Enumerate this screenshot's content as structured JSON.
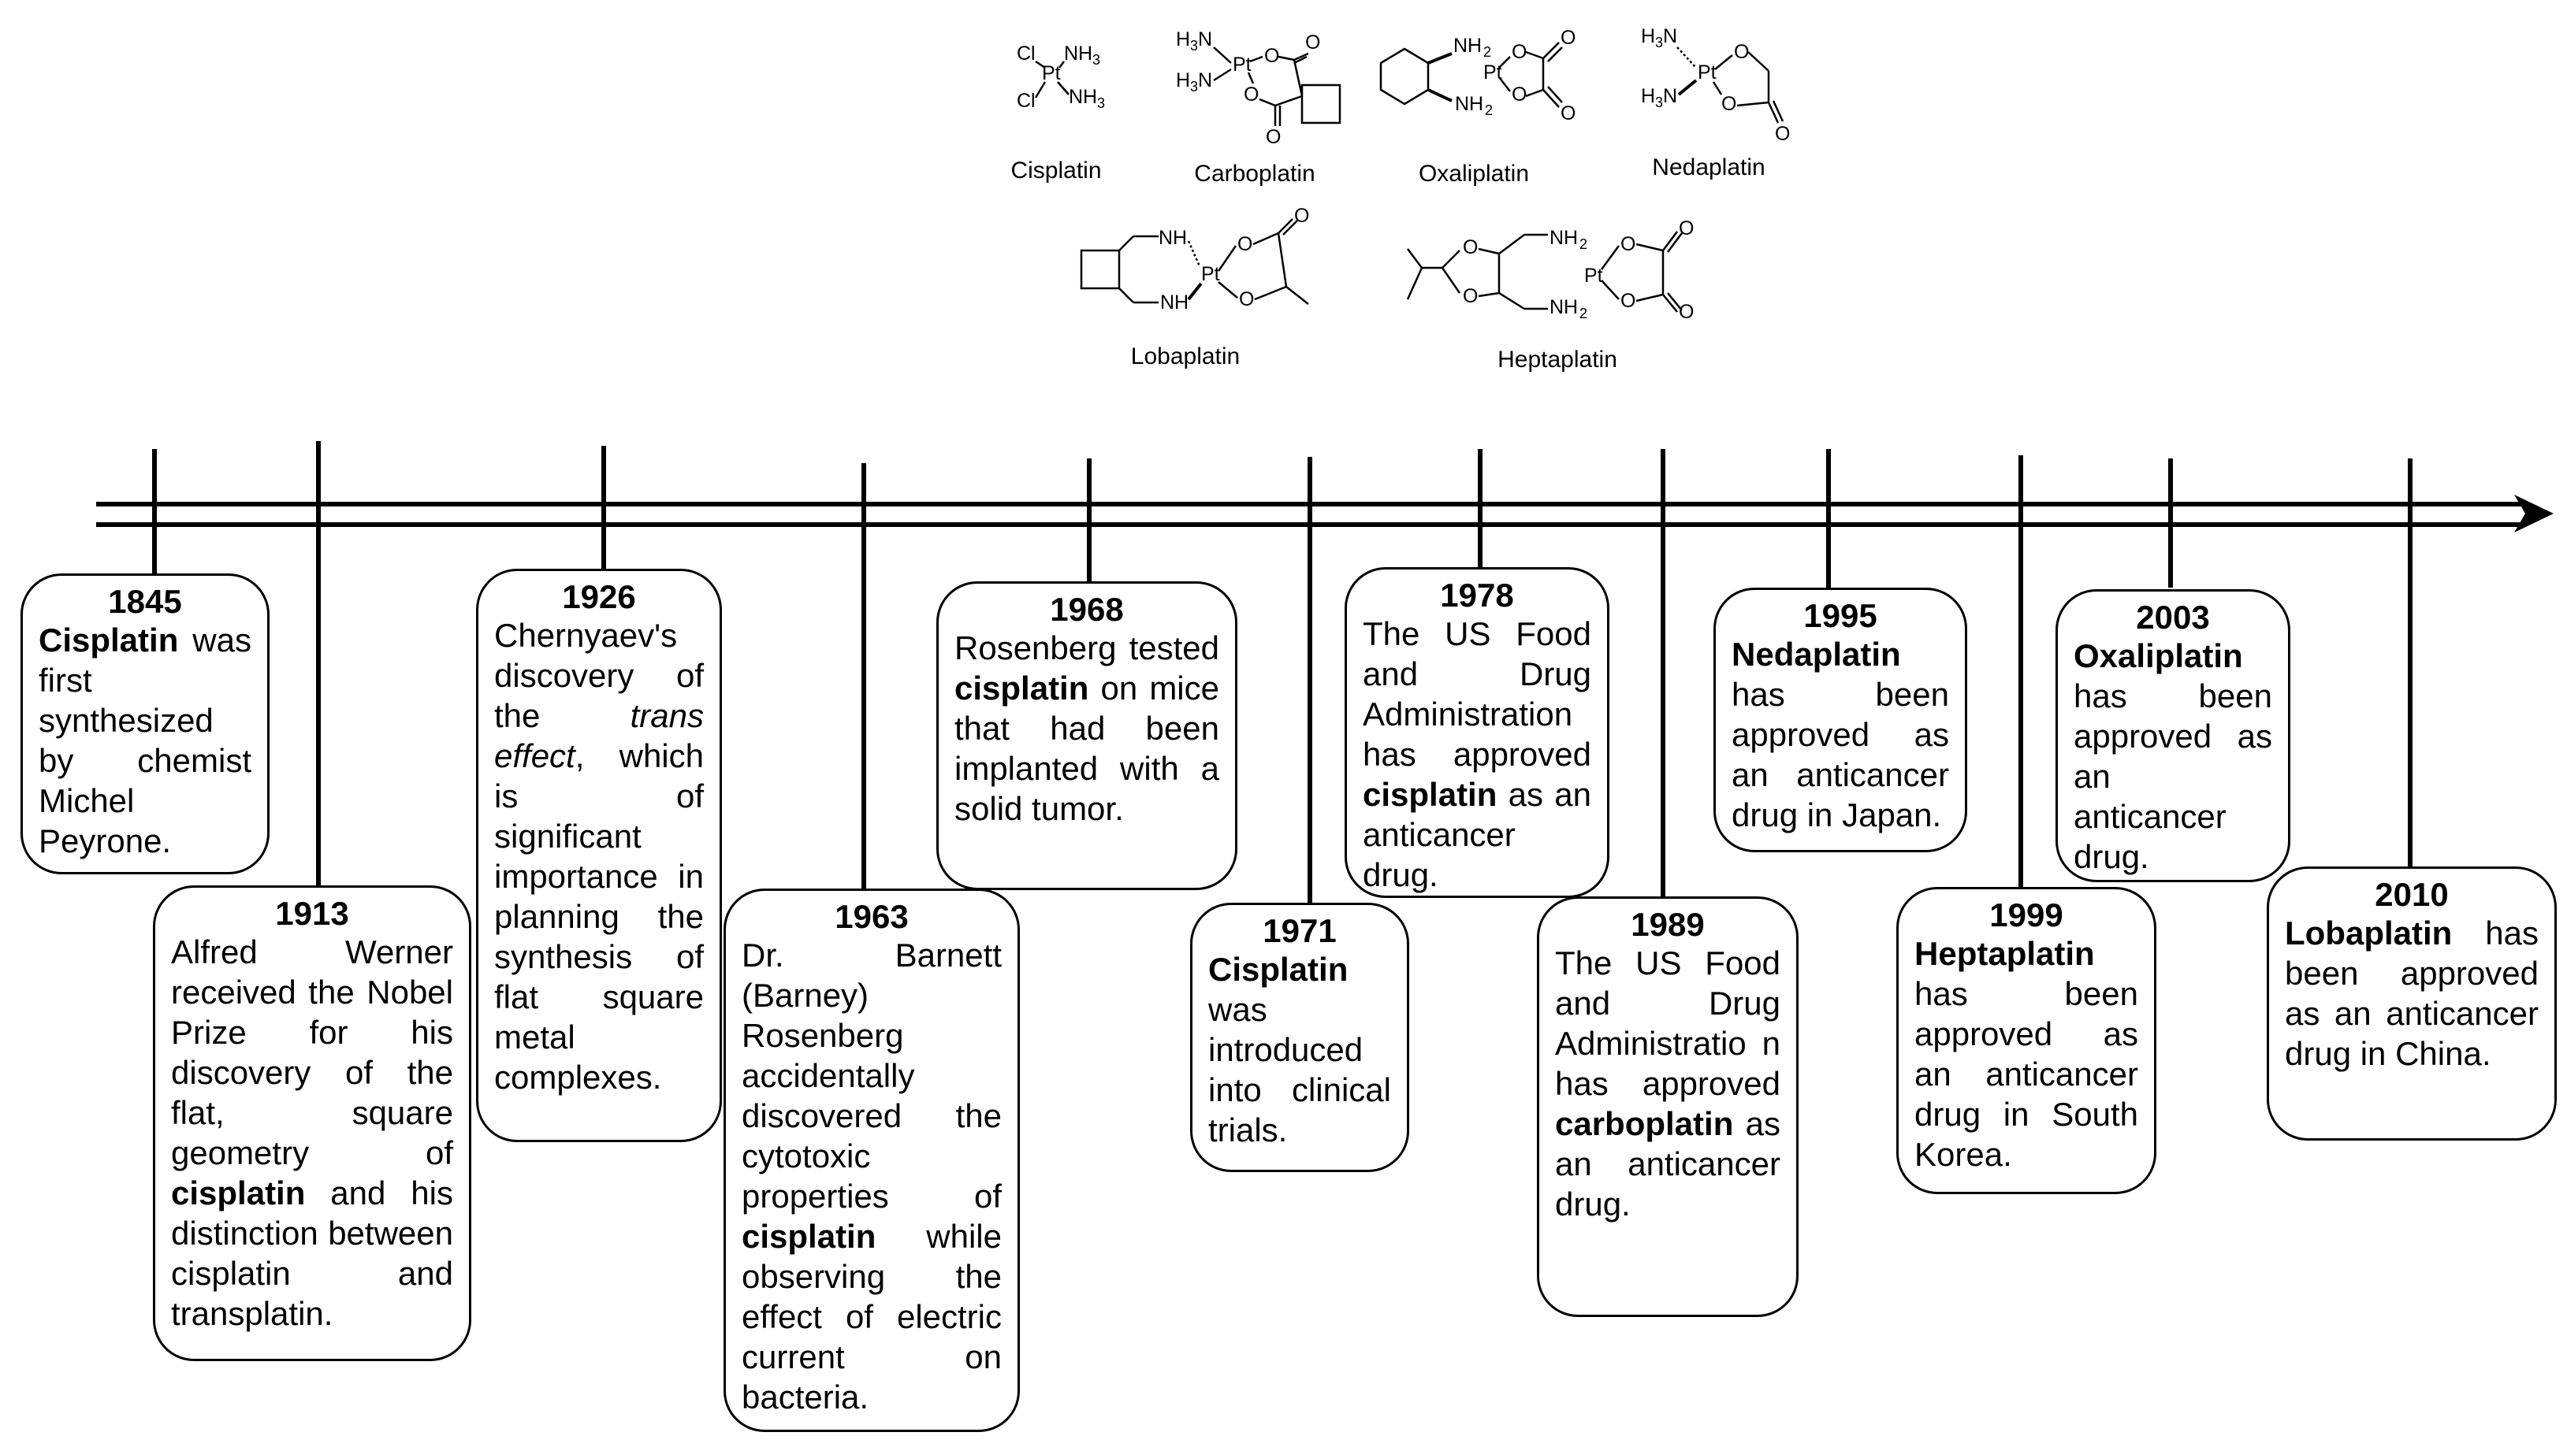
{
  "structures": [
    {
      "id": "cisplatin",
      "label": "Cisplatin"
    },
    {
      "id": "carboplatin",
      "label": "Carboplatin"
    },
    {
      "id": "oxaliplatin",
      "label": "Oxaliplatin"
    },
    {
      "id": "nedaplatin",
      "label": "Nedaplatin"
    },
    {
      "id": "lobaplatin",
      "label": "Lobaplatin"
    },
    {
      "id": "heptaplatin",
      "label": "Heptaplatin"
    }
  ],
  "atoms": {
    "cl": "Cl",
    "pt": "Pt",
    "nh": "NH",
    "n": "N",
    "h": "H",
    "o": "O",
    "sub3": "3",
    "sub2": "2"
  },
  "events": [
    {
      "id": "e1845",
      "year": "1845",
      "segments": [
        {
          "t": "Cisplatin",
          "b": true
        },
        {
          "t": " was first synthesized by chemist Michel Peyrone."
        }
      ]
    },
    {
      "id": "e1913",
      "year": "1913",
      "segments": [
        {
          "t": "Alfred Werner received the Nobel Prize for his discovery of the flat, square geometry of "
        },
        {
          "t": "cisplatin",
          "b": true
        },
        {
          "t": " and his distinction between cisplatin and transplatin."
        }
      ]
    },
    {
      "id": "e1926",
      "year": "1926",
      "segments": [
        {
          "t": "Chernyaev's discovery of the "
        },
        {
          "t": "trans effect",
          "i": true
        },
        {
          "t": ", which is of significant importance in planning the synthesis of flat square metal complexes."
        }
      ]
    },
    {
      "id": "e1963",
      "year": "1963",
      "segments": [
        {
          "t": "Dr. Barnett (Barney) Rosenberg accidentally discovered the cytotoxic properties of "
        },
        {
          "t": "cisplatin",
          "b": true
        },
        {
          "t": " while observing the effect of electric current on bacteria."
        }
      ]
    },
    {
      "id": "e1968",
      "year": "1968",
      "segments": [
        {
          "t": "Rosenberg tested "
        },
        {
          "t": "cisplatin",
          "b": true
        },
        {
          "t": " on mice that had been implanted with a solid tumor."
        }
      ]
    },
    {
      "id": "e1971",
      "year": "1971",
      "segments": [
        {
          "t": "Cisplatin",
          "b": true
        },
        {
          "t": " was introduced into clinical trials."
        }
      ]
    },
    {
      "id": "e1978",
      "year": "1978",
      "segments": [
        {
          "t": "The US Food and Drug Administration has approved "
        },
        {
          "t": "cisplatin",
          "b": true
        },
        {
          "t": " as an anticancer drug."
        }
      ]
    },
    {
      "id": "e1989",
      "year": "1989",
      "segments": [
        {
          "t": "The US Food and Drug Administratio n has approved "
        },
        {
          "t": "carboplatin",
          "b": true
        },
        {
          "t": " as an anticancer drug."
        }
      ]
    },
    {
      "id": "e1995",
      "year": "1995",
      "segments": [
        {
          "t": "Nedaplatin",
          "b": true
        },
        {
          "t": " has been approved as an anticancer drug in Japan."
        }
      ]
    },
    {
      "id": "e1999",
      "year": "1999",
      "segments": [
        {
          "t": "Heptaplatin",
          "b": true
        },
        {
          "t": " has been approved as an anticancer drug in South Korea."
        }
      ]
    },
    {
      "id": "e2003",
      "year": "2003",
      "segments": [
        {
          "t": "Oxaliplatin",
          "b": true
        },
        {
          "t": " has been approved as an anticancer drug."
        }
      ]
    },
    {
      "id": "e2010",
      "year": "2010",
      "segments": [
        {
          "t": "Lobaplatin",
          "b": true
        },
        {
          "t": " has been approved as an anticancer drug in China."
        }
      ]
    }
  ]
}
